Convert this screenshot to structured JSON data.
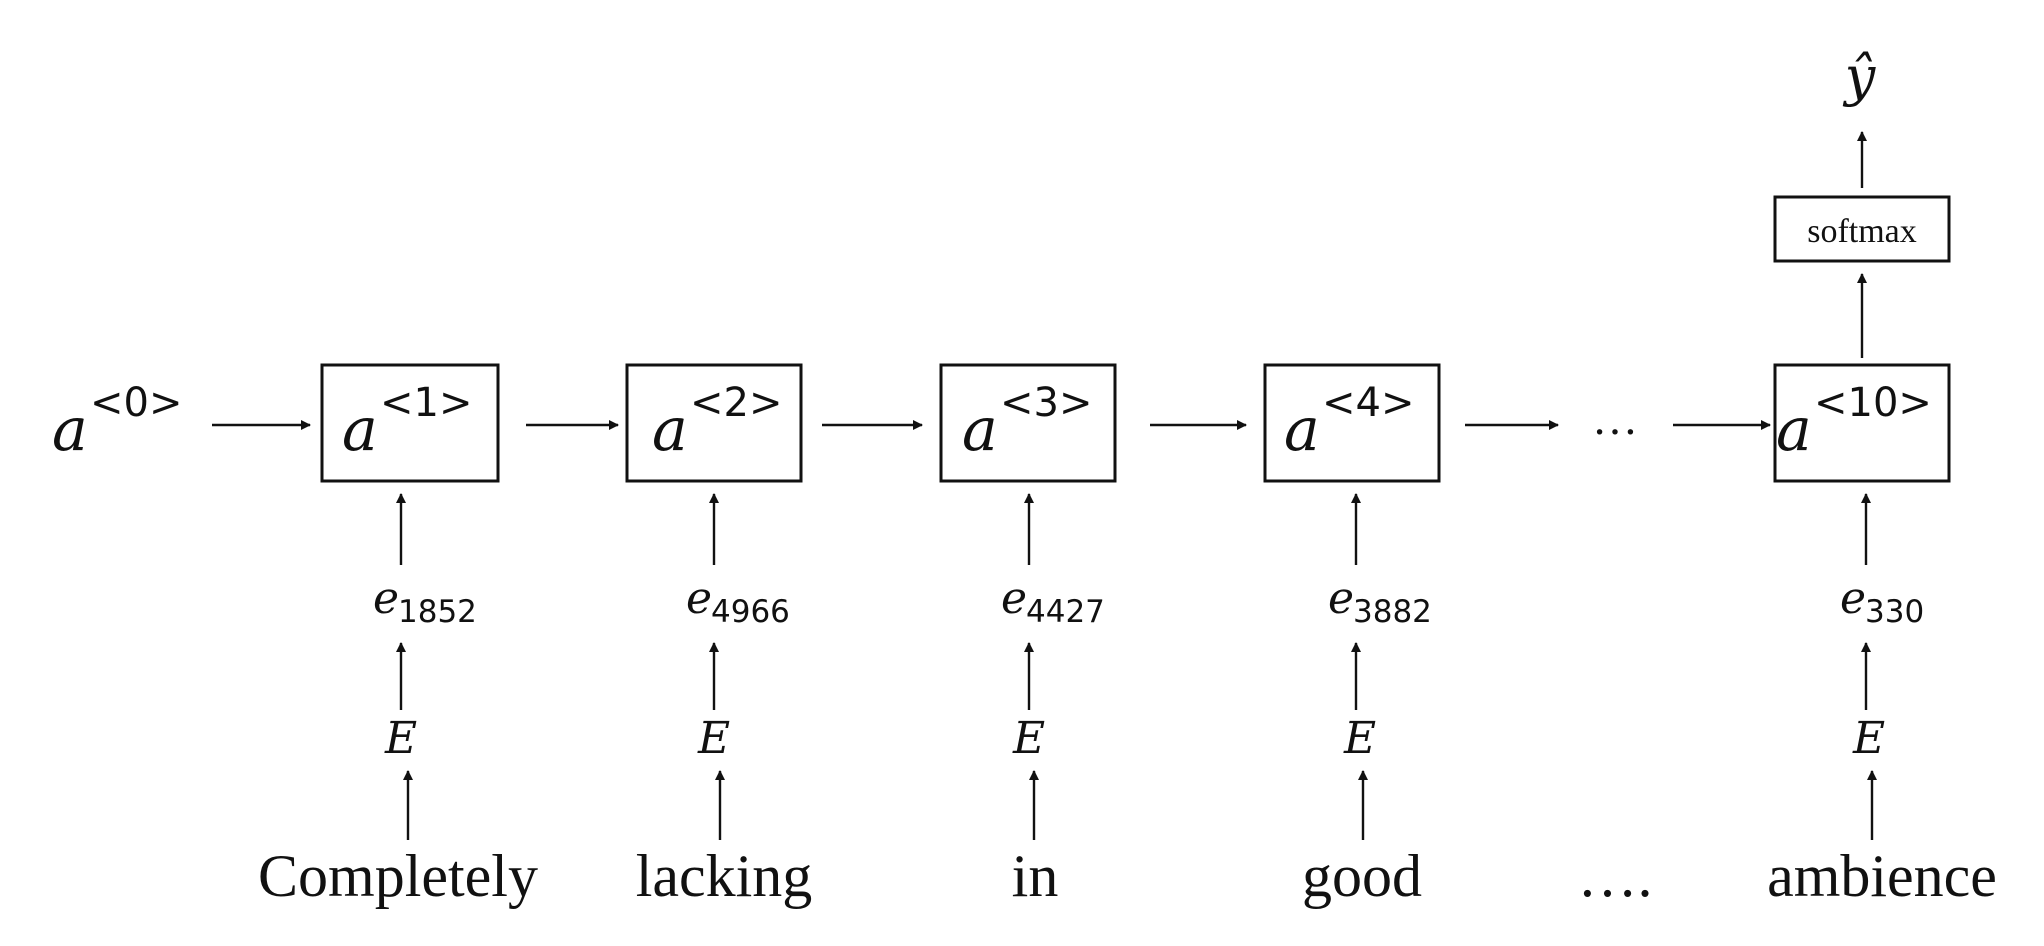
{
  "initial_state": {
    "symbol": "a",
    "superscript": "<0>"
  },
  "cells": [
    {
      "state": {
        "symbol": "a",
        "superscript": "<1>"
      },
      "embedding": {
        "symbol": "e",
        "subscript": "1852"
      },
      "matrix": "E",
      "word": "Completely"
    },
    {
      "state": {
        "symbol": "a",
        "superscript": "<2>"
      },
      "embedding": {
        "symbol": "e",
        "subscript": "4966"
      },
      "matrix": "E",
      "word": "lacking"
    },
    {
      "state": {
        "symbol": "a",
        "superscript": "<3>"
      },
      "embedding": {
        "symbol": "e",
        "subscript": "4427"
      },
      "matrix": "E",
      "word": "in"
    },
    {
      "state": {
        "symbol": "a",
        "superscript": "<4>"
      },
      "embedding": {
        "symbol": "e",
        "subscript": "3882"
      },
      "matrix": "E",
      "word": "good"
    },
    {
      "state": {
        "symbol": "a",
        "superscript": "<10>"
      },
      "embedding": {
        "symbol": "e",
        "subscript": "330"
      },
      "matrix": "E",
      "word": "ambience"
    }
  ],
  "state_ellipsis": "…",
  "word_ellipsis": "….",
  "softmax_label": "softmax",
  "output_symbol": "ŷ"
}
